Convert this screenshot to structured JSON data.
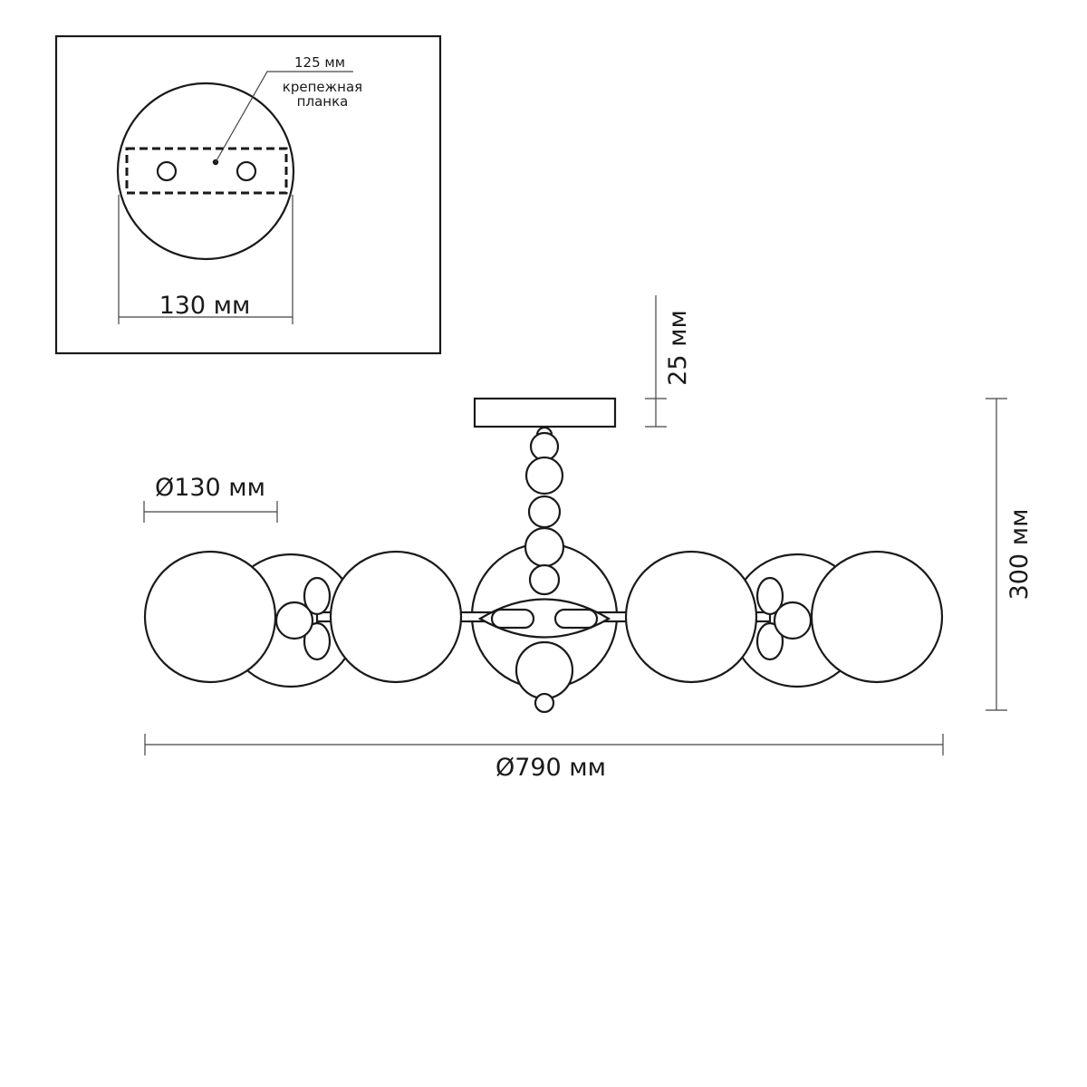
{
  "inset": {
    "bracket_width_label": "125 мм",
    "bracket_name_line1": "крепежная",
    "bracket_name_line2": "планка",
    "canopy_width_label": "130 мм"
  },
  "main": {
    "canopy_height_label": "25 мм",
    "shade_diameter_label": "Ø130 мм",
    "total_height_label": "300 мм",
    "total_diameter_label": "Ø790 мм"
  },
  "colors": {
    "line": "#1a1a1a",
    "background": "#ffffff"
  }
}
